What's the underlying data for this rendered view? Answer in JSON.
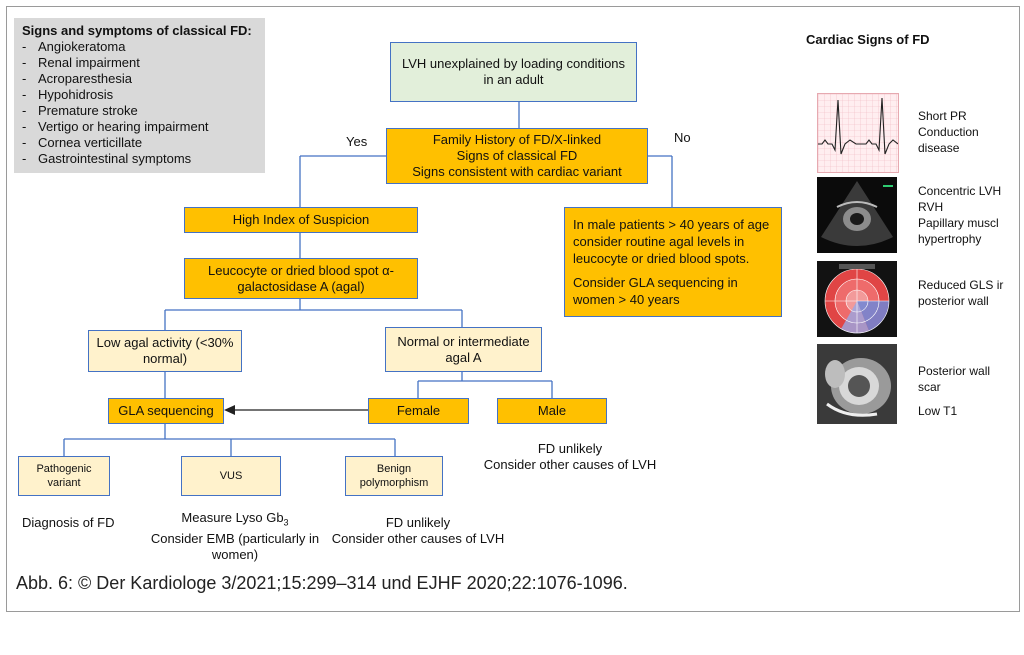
{
  "symptoms": {
    "title": "Signs and symptoms of classical FD:",
    "items": [
      "Angiokeratoma",
      "Renal impairment",
      "Acroparesthesia",
      "Hypohidrosis",
      "Premature stroke",
      "Vertigo or hearing impairment",
      "Cornea verticillate",
      "Gastrointestinal symptoms"
    ]
  },
  "flow": {
    "top": [
      "LVH unexplained by loading conditions",
      "in an adult"
    ],
    "family": [
      "Family History of FD/X-linked",
      "Signs of classical FD",
      "Signs consistent with cardiac variant"
    ],
    "yes": "Yes",
    "no": "No",
    "suspicion": "High Index of Suspicion",
    "leucocyte": [
      "Leucocyte or dried blood spot α-",
      "galactosidase A (agal)"
    ],
    "male40": [
      "In male patients > 40 years of age",
      "consider routine agal levels in",
      "leucocyte or dried blood spots."
    ],
    "gla40": [
      "Consider GLA sequencing in",
      "women > 40 years"
    ],
    "low_agal": [
      "Low agal activity (<30%",
      "normal)"
    ],
    "normal_agal": [
      "Normal or intermediate",
      "agal A"
    ],
    "gla_seq": "GLA sequencing",
    "female": "Female",
    "male": "Male",
    "male_outcome": [
      "FD unlikely",
      "Consider other causes of LVH"
    ],
    "pathogenic": [
      "Pathogenic",
      "variant"
    ],
    "vus": "VUS",
    "benign": [
      "Benign",
      "polymorphism"
    ],
    "diag": "Diagnosis of FD",
    "vus_outcome_prefix": "Measure Lyso Gb",
    "vus_outcome_sub": "3",
    "vus_outcome": [
      "Consider EMB (particularly in",
      "women)"
    ],
    "benign_outcome": [
      "FD unlikely",
      "Consider other causes of LVH"
    ]
  },
  "cardiac": {
    "title": "Cardiac Signs of FD",
    "ecg": [
      "Short PR",
      "Conduction",
      "disease"
    ],
    "echo": [
      "Concentric LVH",
      "RVH",
      "Papillary muscl",
      "hypertrophy"
    ],
    "gls": [
      "Reduced GLS ir",
      "posterior wall"
    ],
    "mri": [
      "Posterior wall",
      "scar"
    ],
    "mri2": "Low T1"
  },
  "caption": "Abb. 6: © Der Kardiologe 3/2021;15:299–314 und EJHF 2020;22:1076-1096.",
  "colors": {
    "orange": "#ffc000",
    "green": "#e2efda",
    "cream": "#fff2cc",
    "line": "#4472c4",
    "panel": "#d9d9d9"
  }
}
